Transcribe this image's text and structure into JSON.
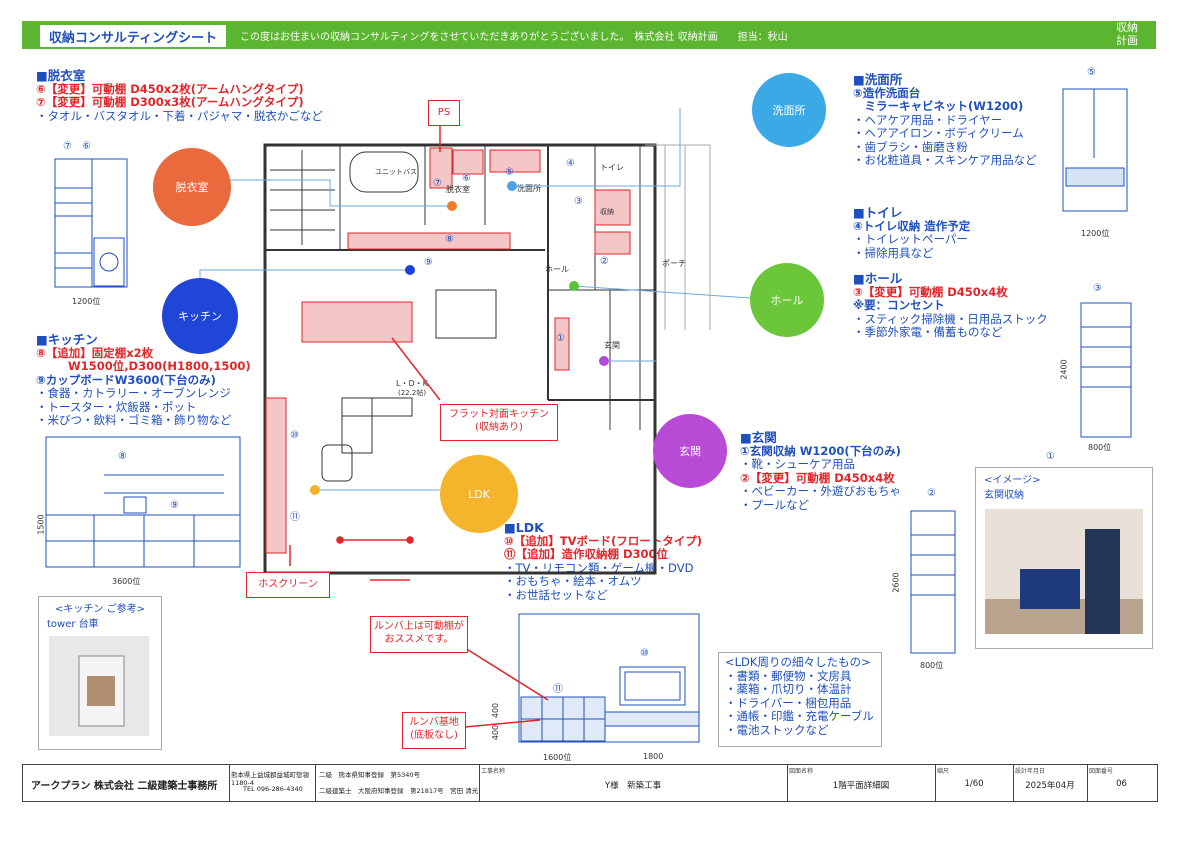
{
  "header": {
    "title": "収納コンサルティングシート",
    "message": "この度はお住まいの収納コンサルティングをさせていただきありがとうございました。　株式会社 収納計画　　担当：秋山",
    "logo": "収納\n計画"
  },
  "colors": {
    "accent_green": "#5cb531",
    "text_blue": "#1f4fbf",
    "red": "#e0262a"
  },
  "datsui": {
    "heading": "■脱衣室",
    "line1": "⑥【変更】可動棚 D450x2枚(アームハングタイプ)",
    "line2": "⑦【変更】可動棚 D300x3枚(アームハングタイプ)",
    "line3": "・タオル・バスタオル・下着・パジャマ・脱衣かごなど",
    "elev_labels": "⑦　⑥",
    "width": "1200位"
  },
  "sennmen": {
    "heading": "■洗面所",
    "line1": "⑤造作洗面台",
    "line2": "　ミラーキャビネット(W1200)",
    "items": [
      "・ヘアケア用品・ドライヤー",
      "・ヘアアイロン・ボディクリーム",
      "・歯ブラシ・歯磨き粉",
      "・お化粧道具・スキンケア用品など"
    ],
    "elev_label": "⑤",
    "width": "1200位"
  },
  "toilet": {
    "heading": "■トイレ",
    "line1": "④トイレ収納 造作予定",
    "items": [
      "・トイレットペーパー",
      "・掃除用具など"
    ]
  },
  "hall": {
    "heading": "■ホール",
    "line1": "③【変更】可動棚 D450x4枚",
    "line2": "※要：コンセント",
    "items": [
      "・スティック掃除機・日用品ストック",
      "・季節外家電・備蓄ものなど"
    ],
    "elev_label": "③",
    "height": "2400",
    "width": "800位"
  },
  "genkan": {
    "heading": "■玄関",
    "line1": "①玄関収納 W1200(下台のみ)",
    "item1": "・靴・シューケア用品",
    "line2": "②【変更】可動棚 D450x4枚",
    "items": [
      "・ベビーカー・外遊びおもちゃ",
      "・プールなど"
    ],
    "elev_label": "②",
    "height": "2600",
    "width": "800位",
    "image_num": "①",
    "image_caption1": "<イメージ>",
    "image_caption2": "玄関収納"
  },
  "kitchen": {
    "heading": "■キッチン",
    "line1": "⑧【追加】固定棚x2枚",
    "line2": "W1500位,D300(H1800,1500)",
    "line3": "⑨カップボードW3600(下台のみ)",
    "items": [
      "・食器・カトラリー・オーブンレンジ",
      "・トースター・炊飯器・ポット",
      "・米びつ・飲料・ゴミ箱・飾り物など"
    ],
    "elev_num8": "⑧",
    "elev_num9": "⑨",
    "height": "1500",
    "width": "3600位",
    "ref_title": "<キッチン ご参考>",
    "ref_sub": "tower 台車"
  },
  "ldk": {
    "heading": "■LDK",
    "line1": "⑩【追加】TVボード(フロートタイプ)",
    "line2": "⑪【追加】造作収納棚 D300位",
    "items": [
      "・TV・リモコン類・ゲーム機・DVD",
      "・おもちゃ・絵本・オムツ",
      "・お世話セットなど"
    ],
    "misc_title": "<LDK周りの細々したもの>",
    "misc_items": [
      "・書類・郵便物・文房具",
      "・薬箱・爪切り・体温計",
      "・ドライバー・梱包用品",
      "・通帳・印鑑・充電ケーブル",
      "・電池ストックなど"
    ],
    "elev_num10": "⑩",
    "elev_num11": "⑪",
    "dim_1600": "1600位",
    "dim_1800": "1800",
    "dim_400": "400",
    "dim_400b": "400"
  },
  "plan": {
    "circles": {
      "datsui": "脱衣室",
      "sennmen": "洗面所",
      "kitchen": "キッチン",
      "hall": "ホール",
      "genkan": "玄関",
      "ldk": "LDK"
    },
    "callouts": {
      "ps": "PS",
      "flat_kitchen": "フラット対面キッチン\n(収納あり)",
      "hoscreen": "ホスクリーン",
      "roomba_shelf": "ルンバ上は可動棚が\nおススメです。",
      "roomba_base": "ルンバ基地\n(底板なし)"
    },
    "room_labels": {
      "ldk": "L・D・K",
      "ldk_size": "(22.2帖)",
      "hall": "ホール",
      "genkan": "玄関",
      "porch": "ポーチ",
      "toilet": "トイレ",
      "bath": "ユニットバス",
      "datsui": "脱衣室",
      "sennmen": "洗面所",
      "storage": "収納"
    },
    "nums": [
      "①",
      "②",
      "③",
      "④",
      "⑤",
      "⑥",
      "⑦",
      "⑧",
      "⑨",
      "⑩",
      "⑪"
    ]
  },
  "footer": {
    "company": "アークプラン 株式会社 二級建築士事務所",
    "address": "熊本県上益城郡益城町惣領1180-4",
    "tel": "TEL 096-286-4340",
    "reg1": "二級　熊本県知事登録　第5340号",
    "reg2": "二級建築士　大阪府知事登録　第21817号　宮田 清光",
    "project_label": "工事名称",
    "project": "Y様　新築工事",
    "drawing_label": "図面名称",
    "drawing": "1階平面詳細図",
    "scale_label": "縮尺",
    "scale": "1/60",
    "date_label": "設計年月日",
    "date": "2025年04月",
    "no_label": "図面番号",
    "no": "06"
  }
}
